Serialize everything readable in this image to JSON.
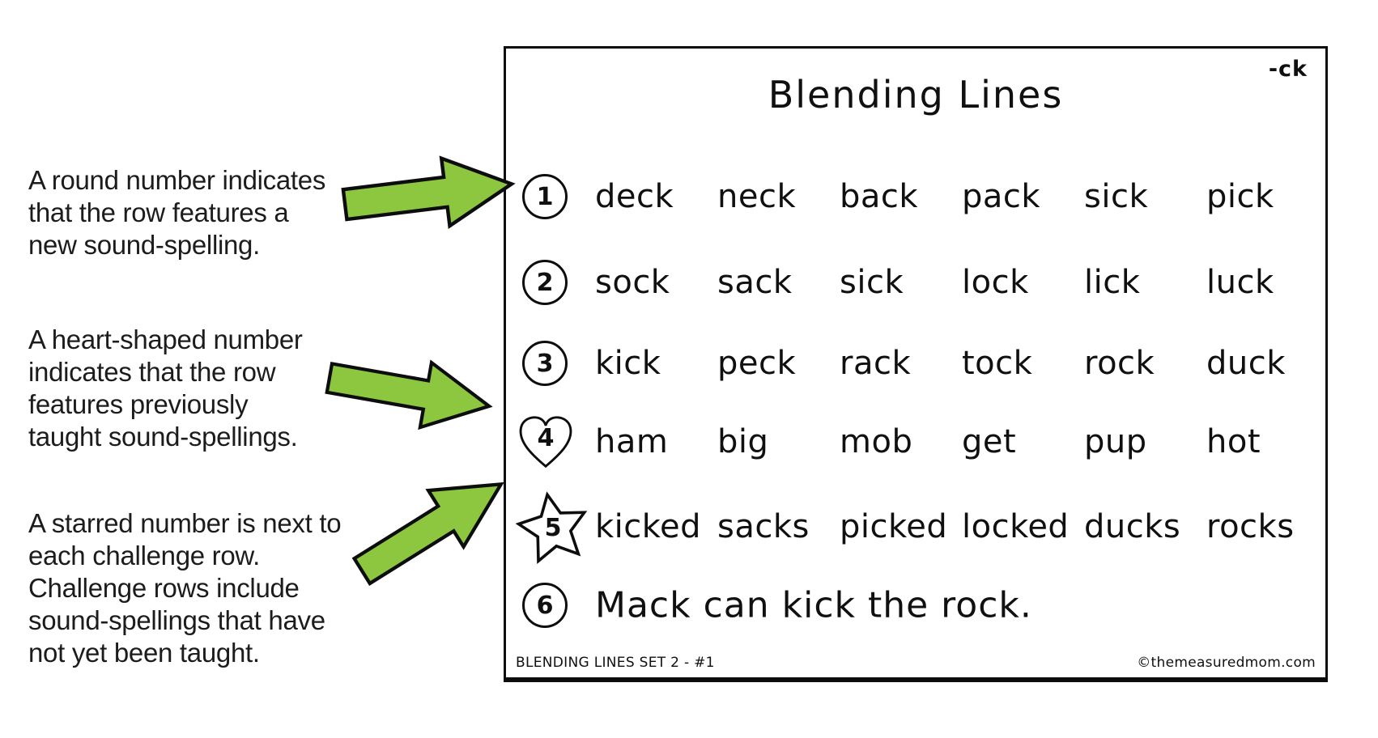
{
  "annotations": [
    {
      "text": "A round number indicates\nthat the row features a\nnew sound-spelling."
    },
    {
      "text": "A heart-shaped number\nindicates that the row\nfeatures previously\ntaught sound-spellings."
    },
    {
      "text": "A starred number is next to\neach challenge row.\nChallenge rows include\nsound-spellings that have\nnot yet been taught."
    }
  ],
  "worksheet": {
    "corner_label": "-ck",
    "title": "Blending Lines",
    "rows": [
      {
        "marker": "circle",
        "number": "1",
        "words": [
          "deck",
          "neck",
          "back",
          "pack",
          "sick",
          "pick"
        ]
      },
      {
        "marker": "circle",
        "number": "2",
        "words": [
          "sock",
          "sack",
          "sick",
          "lock",
          "lick",
          "luck"
        ]
      },
      {
        "marker": "circle",
        "number": "3",
        "words": [
          "kick",
          "peck",
          "rack",
          "tock",
          "rock",
          "duck"
        ]
      },
      {
        "marker": "heart",
        "number": "4",
        "words": [
          "ham",
          "big",
          "mob",
          "get",
          "pup",
          "hot"
        ]
      },
      {
        "marker": "star",
        "number": "5",
        "words": [
          "kicked",
          "sacks",
          "picked",
          "locked",
          "ducks",
          "rocks"
        ]
      },
      {
        "marker": "circle",
        "number": "6",
        "sentence": "Mack can kick the rock."
      }
    ],
    "footer_left": "BLENDING LINES SET 2 - #1",
    "footer_right": "©themeasuredmom.com"
  },
  "colors": {
    "arrow_green": "#8dc63f",
    "outline": "#0d0d0d"
  }
}
